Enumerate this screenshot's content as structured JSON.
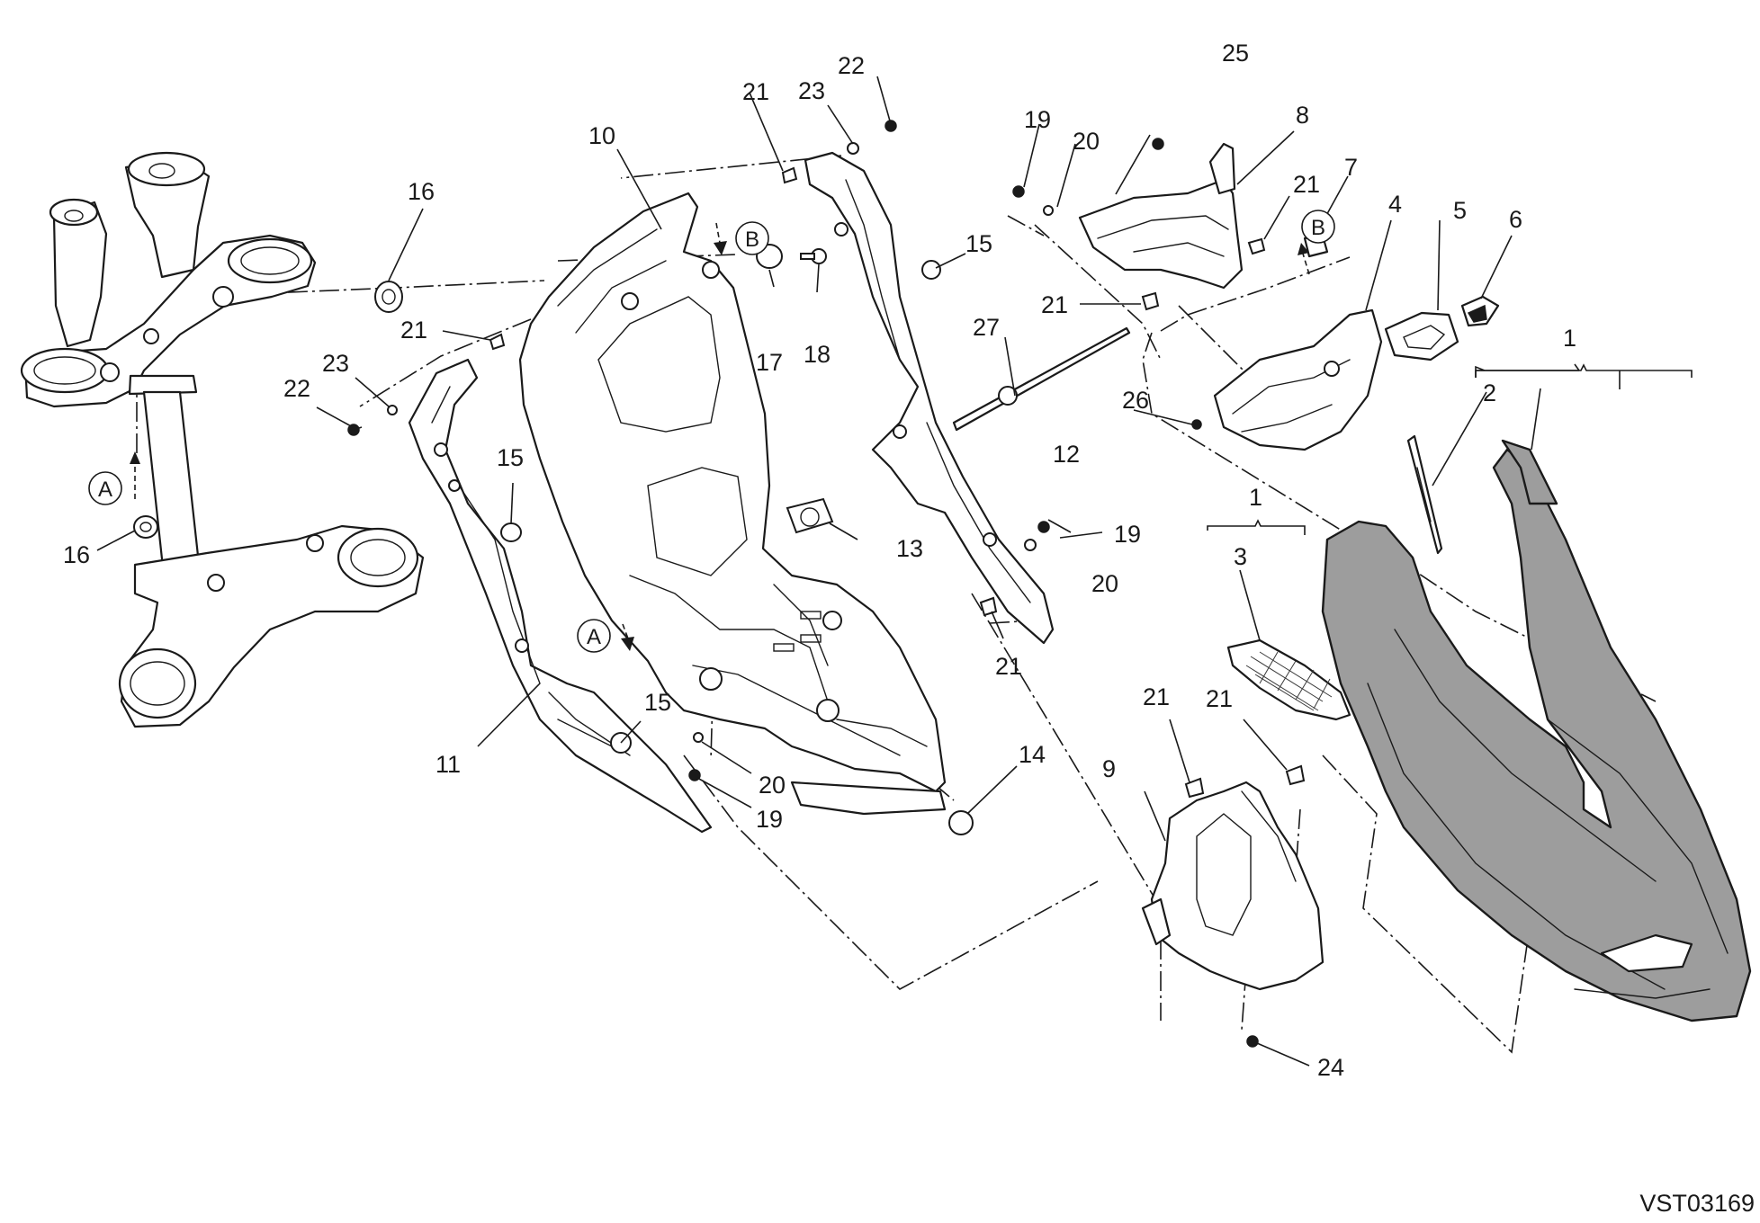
{
  "drawing_code": "VST03169",
  "callouts": [
    "1",
    "1",
    "2",
    "3",
    "4",
    "5",
    "6",
    "7",
    "8",
    "9",
    "10",
    "11",
    "12",
    "13",
    "14",
    "15",
    "15",
    "15",
    "16",
    "16",
    "17",
    "18",
    "19",
    "19",
    "19",
    "20",
    "20",
    "20",
    "21",
    "21",
    "21",
    "21",
    "21",
    "21",
    "21",
    "22",
    "22",
    "23",
    "23",
    "24",
    "25",
    "26",
    "27"
  ],
  "view_refs": [
    "A",
    "A",
    "B",
    "B"
  ]
}
